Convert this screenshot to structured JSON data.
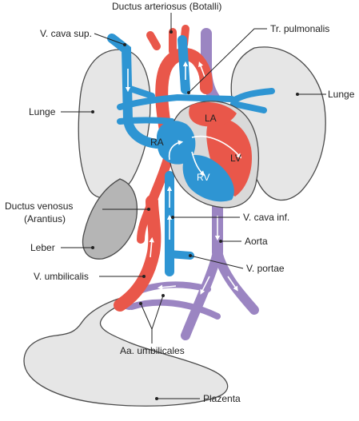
{
  "labels": {
    "ductus_arteriosus": "Ductus arteriosus (Botalli)",
    "v_cava_sup": "V. cava sup.",
    "tr_pulmonalis": "Tr. pulmonalis",
    "lunge_left": "Lunge",
    "lunge_right": "Lunge",
    "la": "LA",
    "ra": "RA",
    "lv": "LV",
    "rv": "RV",
    "ductus_venosus_1": "Ductus venosus",
    "ductus_venosus_2": "(Arantius)",
    "v_cava_inf": "V. cava inf.",
    "aorta": "Aorta",
    "leber": "Leber",
    "v_portae": "V. portae",
    "v_umbilicalis": "V. umbilicalis",
    "aa_umbilicales": "Aa. umbilicales",
    "plazenta": "Plazenta"
  },
  "colors": {
    "venous_blue": "#2e95d3",
    "arterial_red": "#e9574a",
    "mixed_purple": "#9b85c2",
    "organ_gray": "#e6e6e6",
    "liver_gray": "#b5b5b5",
    "outline": "#4a4a4a"
  }
}
